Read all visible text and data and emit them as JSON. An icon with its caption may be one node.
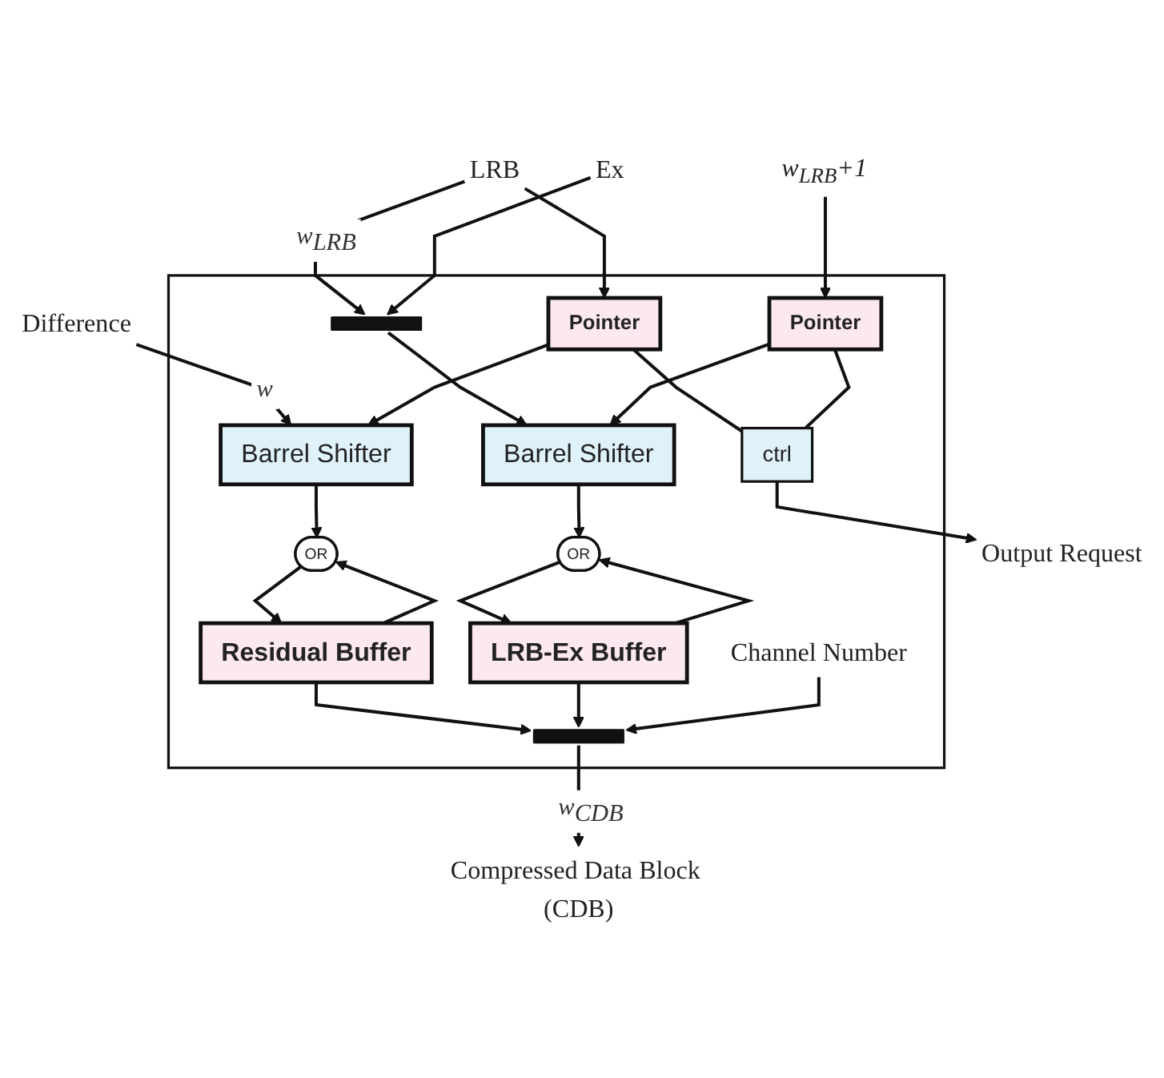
{
  "diagram": {
    "nodes": [
      {
        "text": [],
        "shape": "box"
      },
      {
        "text": [
          "Difference"
        ]
      },
      {
        "text": [
          "LRB"
        ]
      },
      {
        "text": [
          "Ex"
        ]
      },
      {
        "text": [],
        "shape": "bar",
        "in": 0
      },
      {
        "text": [
          "Barrel Shifter"
        ],
        "in": 0
      },
      {
        "text": [
          "Pointer"
        ],
        "in": 0
      },
      {
        "text": [
          "Barrel Shifter"
        ],
        "in": 0
      },
      {
        "text": [
          "Pointer"
        ],
        "in": 0
      },
      {
        "text": [
          "OR"
        ],
        "in": 0
      },
      {
        "text": [
          "OR"
        ],
        "in": 0
      },
      {
        "text": [
          "Residual Buffer"
        ],
        "in": 0
      },
      {
        "text": [
          "LRB-Ex Buffer"
        ],
        "in": 0
      },
      {
        "text": [
          "ctrl"
        ],
        "in": 0
      },
      {
        "text": [],
        "shape": "bar",
        "in": 0
      },
      {
        "text": [
          "Compressed Data Block (CDB)"
        ]
      },
      {
        "text": [
          "Output Request"
        ]
      },
      {
        "text": [
          "w$_{LRB}$+1"
        ]
      },
      {
        "text": [
          "Channel Number"
        ],
        "in": 0
      }
    ],
    "edges": [
      {
        "from": 1,
        "to": 5,
        "arrow": "to",
        "label": "w"
      },
      {
        "from": 2,
        "to": 4,
        "arrow": "to",
        "label": "w$_{LRB}$"
      },
      {
        "from": 2,
        "to": 6,
        "arrow": "to"
      },
      {
        "from": 3,
        "to": 4,
        "arrow": "to"
      },
      {
        "from": 4,
        "to": 7,
        "arrow": "to"
      },
      {
        "from": 6,
        "to": 5,
        "arrow": "to"
      },
      {
        "from": 17,
        "to": 8,
        "arrow": "to"
      },
      {
        "from": 8,
        "to": 7,
        "arrow": "to"
      },
      {
        "from": 5,
        "to": 9,
        "arrow": "to"
      },
      {
        "from": 7,
        "to": 10,
        "arrow": "to"
      },
      {
        "from": 9,
        "to": 11,
        "arrow": "to"
      },
      {
        "from": 10,
        "to": 12,
        "arrow": "to"
      },
      {
        "from": 11,
        "to": 9,
        "arrow": "to"
      },
      {
        "from": 11,
        "to": 14,
        "arrow": "to"
      },
      {
        "from": 12,
        "to": 10,
        "arrow": "to"
      },
      {
        "from": 12,
        "to": 14,
        "arrow": "to"
      },
      {
        "from": 6,
        "to": 13,
        "arrow": "none"
      },
      {
        "from": 8,
        "to": 13,
        "arrow": "none"
      },
      {
        "from": 13,
        "to": 16,
        "arrow": "to"
      },
      {
        "from": 18,
        "to": 14,
        "arrow": "to"
      },
      {
        "from": 14,
        "to": 15,
        "arrow": "to",
        "label": "w$_{CDB}$"
      }
    ]
  }
}
